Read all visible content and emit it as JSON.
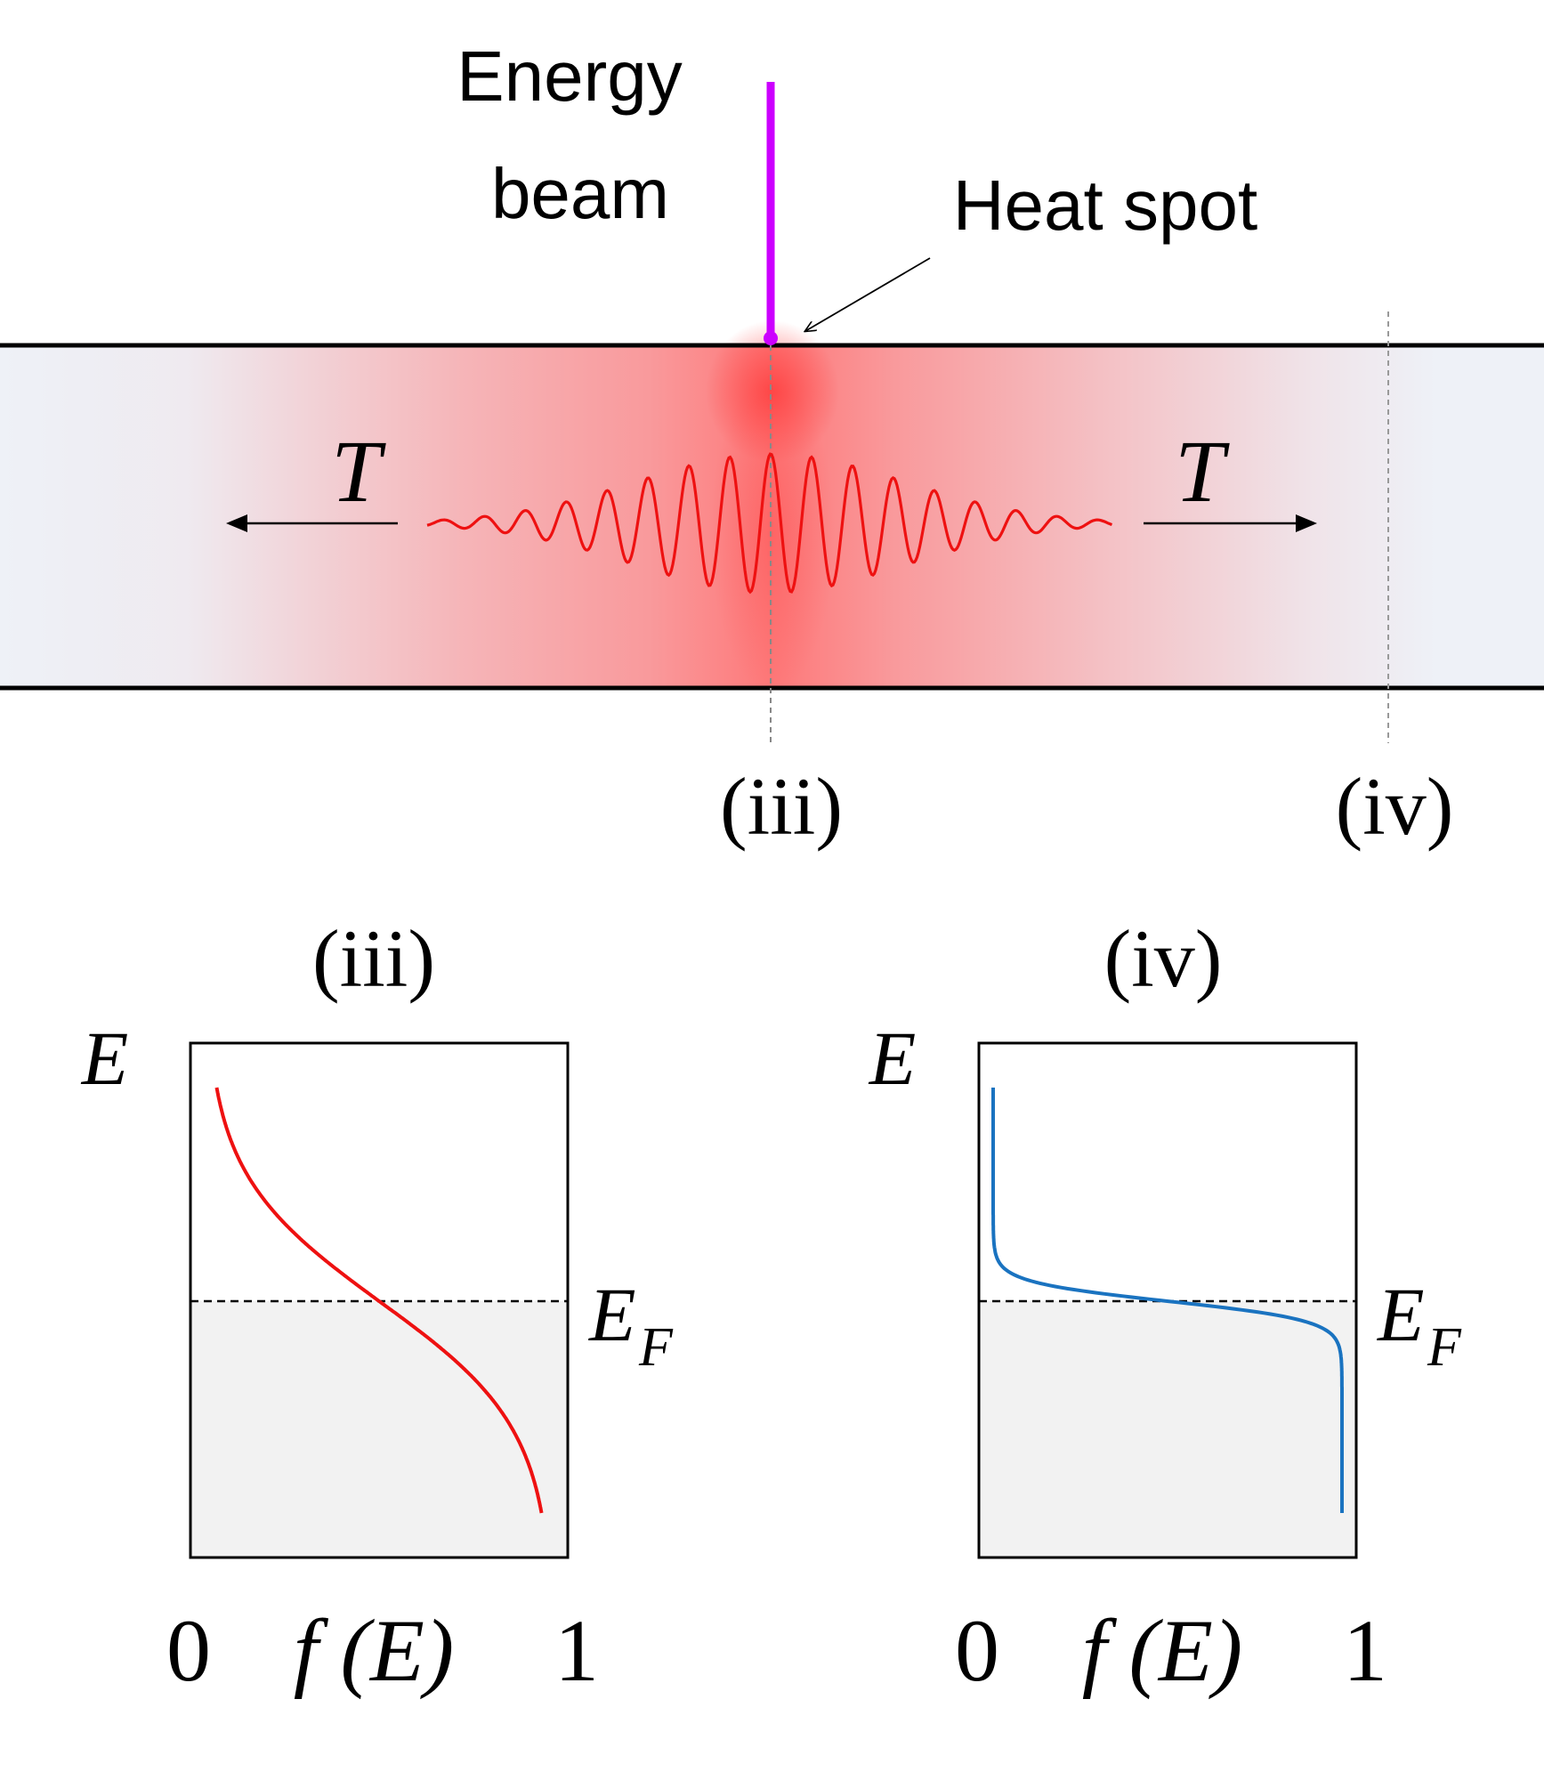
{
  "labels": {
    "energy_beam_line1": "Energy",
    "energy_beam_line2": "beam",
    "heat_spot": "Heat spot",
    "temp_left": "T",
    "temp_right": "T",
    "marker_iii": "(iii)",
    "marker_iv": "(iv)"
  },
  "colors": {
    "beam": "#cc00ff",
    "beam_glow": "#ff4a4a",
    "heat": "#ff6b6b",
    "wave": "#ee1111",
    "bar_background": "#eef1f7",
    "filled_region": "#f2f2f2",
    "curve_iii": "#ee1111",
    "curve_iv": "#1a73c0"
  },
  "panels": [
    {
      "id": "iii",
      "title": "(iii)",
      "y_label": "E",
      "fermi_label_main": "E",
      "fermi_label_sub": "F",
      "x_tick_min": "0",
      "x_label": "f (E)",
      "x_tick_max": "1",
      "kT_relative": 0.3,
      "curve_color": "#ee1111"
    },
    {
      "id": "iv",
      "title": "(iv)",
      "y_label": "E",
      "fermi_label_main": "E",
      "fermi_label_sub": "F",
      "x_tick_min": "0",
      "x_label": "f (E)",
      "x_tick_max": "1",
      "kT_relative": 0.045,
      "curve_color": "#1a73c0"
    }
  ]
}
